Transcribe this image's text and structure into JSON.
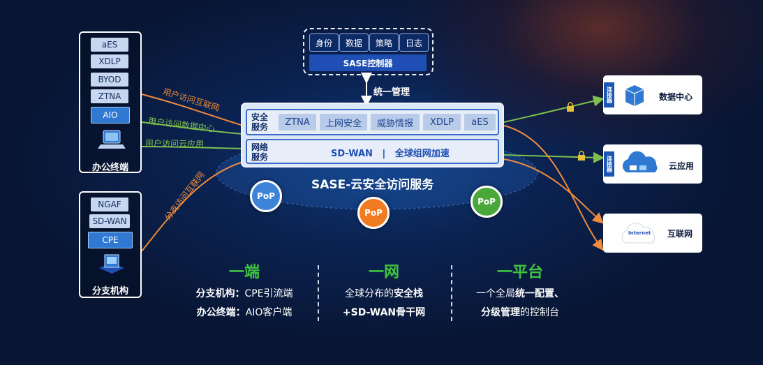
{
  "controller": {
    "tabs": [
      "身份",
      "数据",
      "策略",
      "日志"
    ],
    "title": "SASE控制器",
    "link_label": "统一管理"
  },
  "sase": {
    "security_label": [
      "安全",
      "服务"
    ],
    "security_items": [
      "ZTNA",
      "上网安全",
      "威胁情报",
      "XDLP",
      "aES"
    ],
    "network_label": [
      "网络",
      "服务"
    ],
    "network_text": "SD-WAN   |   全球组网加速",
    "title": "SASE-云安全访问服务"
  },
  "pops": [
    {
      "label": "PoP",
      "color": "#3d84d8"
    },
    {
      "label": "PoP",
      "color": "#f07b20"
    },
    {
      "label": "PoP",
      "color": "#4aa83a"
    }
  ],
  "office": {
    "chips": [
      "aES",
      "XDLP",
      "BYOD",
      "ZTNA",
      "AIO"
    ],
    "label": "办公终端"
  },
  "branch": {
    "chips": [
      "NGAF",
      "SD-WAN",
      "CPE"
    ],
    "label": "分支机构"
  },
  "line_labels": {
    "internet": "用户访问互联网",
    "datacenter": "用户访问数据中心",
    "cloudapp": "用户访问云应用",
    "branch": "分支访问互联网"
  },
  "colors": {
    "orange": "#f08a3c",
    "green": "#7fbf4d",
    "accent_green": "#3fc43f"
  },
  "destinations": [
    {
      "connector": "连接器",
      "label": "数据中心",
      "icon": "server-icon"
    },
    {
      "connector": "连接器",
      "label": "云应用",
      "icon": "cloud-icon"
    },
    {
      "connector": "",
      "label": "互联网",
      "icon": "internet-cloud-icon",
      "icon_text": "Internet"
    }
  ],
  "bottom": [
    {
      "heading": "一端",
      "lines": [
        [
          "分支机构：",
          "CPE引流端"
        ],
        [
          "办公终端：",
          "AIO客户端"
        ]
      ]
    },
    {
      "heading": "一网",
      "lines": [
        [
          "全球分布的",
          "安全栈"
        ],
        [
          "+SD-WAN骨干网",
          ""
        ]
      ]
    },
    {
      "heading": "一平台",
      "lines": [
        [
          "一个全局",
          "统一配置、"
        ],
        [
          "分级管理",
          "的控制台"
        ]
      ]
    }
  ]
}
